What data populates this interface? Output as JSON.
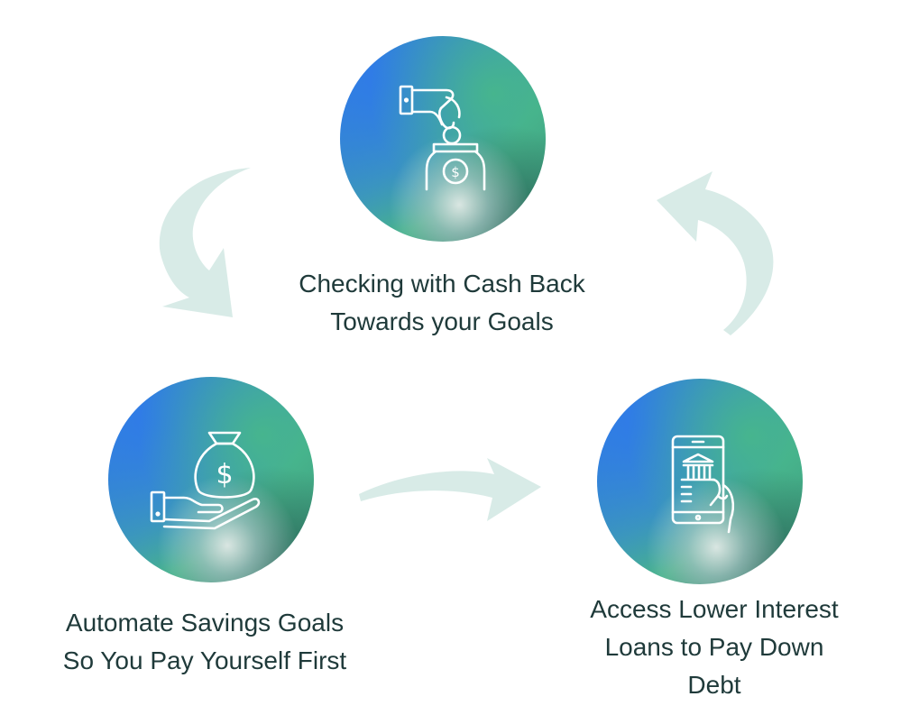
{
  "steps": [
    {
      "icon": "hand-dropping-coin-into-jar-icon",
      "line1": "Checking with Cash Back",
      "line2": "Towards your Goals",
      "line3": ""
    },
    {
      "icon": "hand-holding-money-bag-icon",
      "line1": "Automate Savings Goals",
      "line2": "So You Pay Yourself First",
      "line3": ""
    },
    {
      "icon": "bank-on-phone-icon",
      "line1": "Access Lower Interest",
      "line2": "Loans to Pay Down",
      "line3": "Debt"
    }
  ],
  "colors": {
    "arrow": "#d8ebe7",
    "text": "#1f3a3a",
    "icon_stroke": "#ffffff"
  }
}
